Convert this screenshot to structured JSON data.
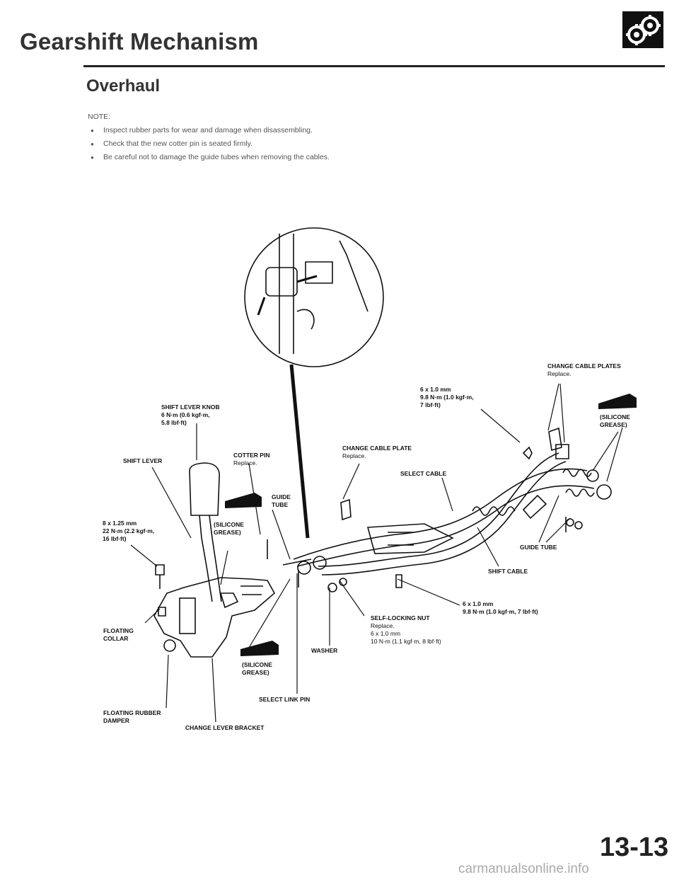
{
  "header": {
    "title": "Gearshift Mechanism",
    "subtitle": "Overhaul",
    "icon": "gears-icon"
  },
  "note": {
    "heading": "NOTE:",
    "items": [
      "Inspect rubber parts for wear and damage when disassembling.",
      "Check that the new cotter pin is seated firmly.",
      "Be careful not to damage the guide tubes when removing the cables."
    ]
  },
  "labels": {
    "change_cable_plates": "CHANGE CABLE PLATES",
    "change_cable_plates_note": "Replace.",
    "bolt_top": "6 x 1.0 mm\n9.8 N·m (1.0 kgf·m,\n7 lbf·ft)",
    "silicone_grease_1": "(SILICONE\nGREASE)",
    "shift_lever_knob": "SHIFT LEVER KNOB\n6 N·m (0.6 kgf·m,\n5.8 lbf·ft)",
    "shift_lever": "SHIFT LEVER",
    "cotter_pin": "COTTER PIN",
    "cotter_pin_note": "Replace.",
    "change_cable_plate": "CHANGE CABLE PLATE",
    "change_cable_plate_note": "Replace.",
    "select_cable": "SELECT CABLE",
    "guide_tube_1": "GUIDE\nTUBE",
    "bolt_left": "8 x 1.25 mm\n22 N·m (2.2 kgf·m,\n16 lbf·ft)",
    "silicone_grease_2": "(SILICONE\nGREASE)",
    "guide_tube_2": "GUIDE TUBE",
    "shift_cable": "SHIFT CABLE",
    "bolt_mid": "6 x 1.0 mm\n9.8 N·m (1.0 kgf·m, 7 lbf·ft)",
    "self_locking_nut": "SELF-LOCKING NUT",
    "self_locking_nut_detail": "Replace.\n6 x 1.0 mm\n10 N·m (1.1 kgf·m, 8 lbf·ft)",
    "floating_collar": "FLOATING\nCOLLAR",
    "washer": "WASHER",
    "silicone_grease_3": "(SILICONE\nGREASE)",
    "select_link_pin": "SELECT LINK PIN",
    "floating_rubber_damper": "FLOATING RUBBER\nDAMPER",
    "change_lever_bracket": "CHANGE LEVER BRACKET"
  },
  "page_number": "13-13",
  "watermark": "carmanualsonline.info"
}
